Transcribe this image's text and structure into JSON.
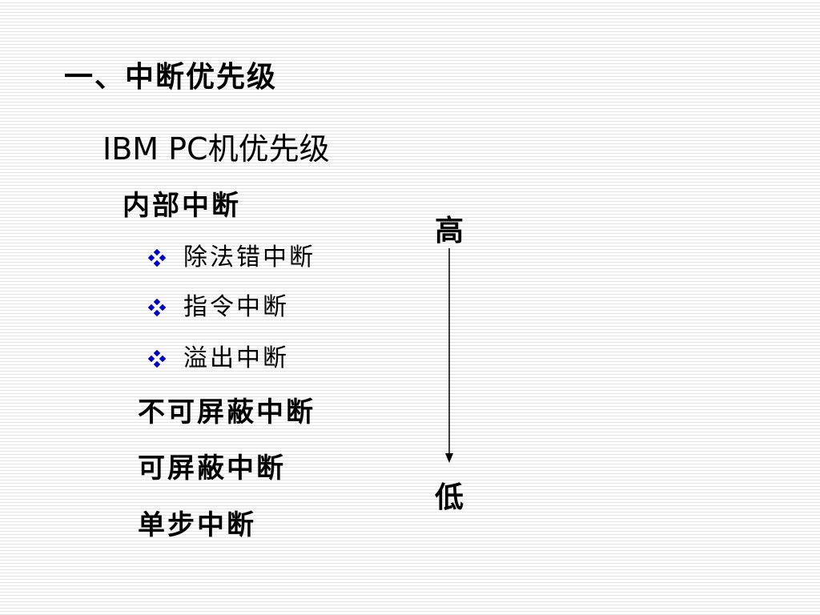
{
  "title": "一、中断优先级",
  "subtitle": "IBM PC机优先级",
  "internal_interrupt": {
    "label": "内部中断",
    "bullet_color": "#0000cc",
    "items": [
      {
        "label": "除法错中断"
      },
      {
        "label": "指令中断"
      },
      {
        "label": "溢出中断"
      }
    ]
  },
  "nmi_label": "不可屏蔽中断",
  "maskable_label": "可屏蔽中断",
  "single_step_label": "单步中断",
  "priority_axis": {
    "high_label": "高",
    "low_label": "低"
  }
}
